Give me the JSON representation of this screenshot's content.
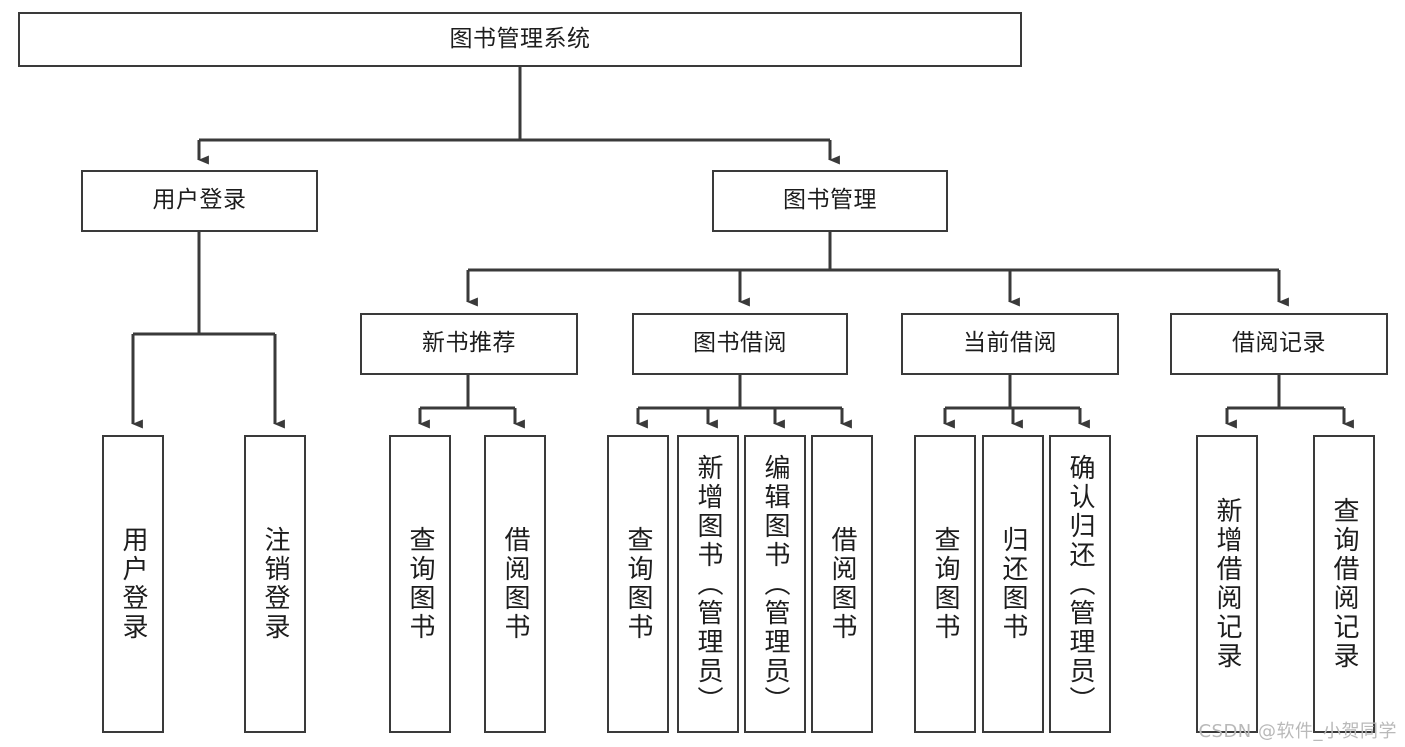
{
  "diagram": {
    "title": "图书管理系统",
    "type": "tree",
    "line_color": "#3a3a3a",
    "box_fill": "#ffffff",
    "text_color": "#1d1d1d",
    "watermark": "CSDN @软件_小贺同学"
  },
  "nodes": {
    "root": {
      "label": "图书管理系统"
    },
    "level1": [
      {
        "label": "用户登录"
      },
      {
        "label": "图书管理"
      }
    ],
    "level2": [
      {
        "label": "新书推荐"
      },
      {
        "label": "图书借阅"
      },
      {
        "label": "当前借阅"
      },
      {
        "label": "借阅记录"
      }
    ],
    "leaves": {
      "user_login": [
        {
          "label": "用户登录"
        },
        {
          "label": "注销登录"
        }
      ],
      "new_book": [
        {
          "label": "查询图书"
        },
        {
          "label": "借阅图书"
        }
      ],
      "book_borrow": [
        {
          "label": "查询图书"
        },
        {
          "label": "新增图书（管理员）"
        },
        {
          "label": "编辑图书（管理员）"
        },
        {
          "label": "借阅图书"
        }
      ],
      "current_borrow": [
        {
          "label": "查询图书"
        },
        {
          "label": "归还图书"
        },
        {
          "label": "确认归还（管理员）"
        }
      ],
      "borrow_record": [
        {
          "label": "新增借阅记录"
        },
        {
          "label": "查询借阅记录"
        }
      ]
    }
  }
}
